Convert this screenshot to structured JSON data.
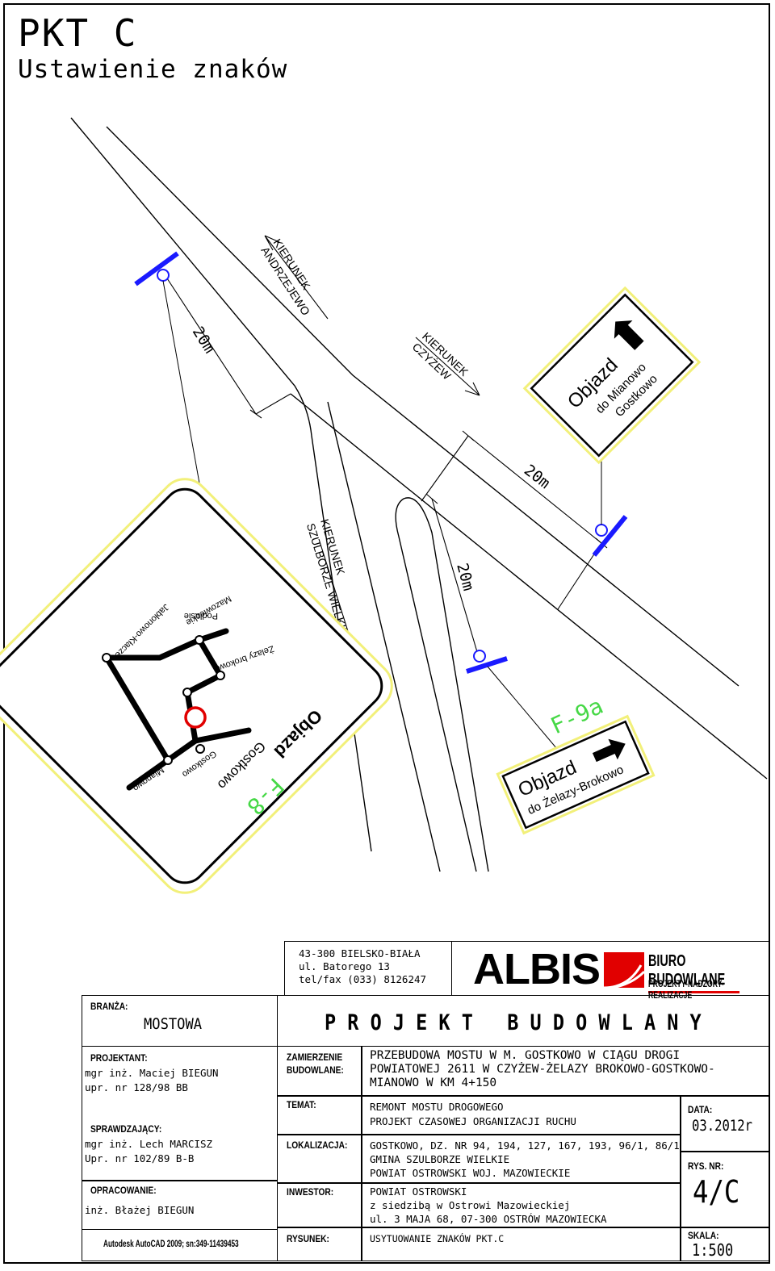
{
  "header": {
    "title": "PKT C",
    "subtitle": "Ustawienie znaków"
  },
  "plan": {
    "dir_andrzejewo": [
      "KIERUNEK",
      "ANDRZEJEWO"
    ],
    "dir_czyzew": [
      "KIERUNEK",
      "CZYŻEW"
    ],
    "dir_szulborze": [
      "KIERUNEK",
      "SZULBORZE WIELKIE"
    ],
    "dim_label": "20m",
    "sign_f8": {
      "code": "F-8",
      "title": "Objazd",
      "title_place": "Gostkowo",
      "places": [
        "Jabłonowo-Kłacze",
        "Podlasie",
        "Mazowieckie",
        "Żelazy brokowo",
        "Gostkowo",
        "Mianowo"
      ]
    },
    "sign_f9a": {
      "code": "F-9a",
      "title": "Objazd",
      "dest": "do Żelazy-Brokowo"
    },
    "sign_mianowo": {
      "title": "Objazd",
      "dest1": "do Mianowo",
      "dest2": "Gostkowo"
    }
  },
  "titleblock": {
    "address": [
      "43-300  BIELSKO-BIAŁA",
      "ul. Batorego  13",
      "tel/fax (033) 8126247"
    ],
    "logo": "ALBIS",
    "firm": "BIURO BUDOWLANE",
    "firm_sub": "PROJEKTY-NADZORY-REALIZACJE",
    "project_type": "P R O J E K T   B U D O W L A N Y",
    "branza_label": "BRANŻA:",
    "branza_value": "MOSTOWA",
    "projektant_label": "PROJEKTANT:",
    "projektant": [
      "mgr inż. Maciej BIEGUN",
      "upr. nr 128/98 BB"
    ],
    "sprawdzajacy_label": "SPRAWDZAJĄCY:",
    "sprawdzajacy": [
      "mgr inż. Lech MARCISZ",
      "Upr. nr 102/89 B-B"
    ],
    "opracowanie_label": "OPRACOWANIE:",
    "opracowanie": "inż. Błażej BIEGUN",
    "software": "Autodesk AutoCAD 2009; sn:349-11439453",
    "zamierzenie_label": [
      "ZAMIERZENIE",
      "BUDOWLANE:"
    ],
    "zamierzenie": [
      "PRZEBUDOWA MOSTU W M. GOSTKOWO W CIĄGU DROGI",
      "POWIATOWEJ 2611 W CZYŻEW-ŻELAZY BROKOWO-GOSTKOWO-",
      "MIANOWO W KM 4+150"
    ],
    "temat_label": "TEMAT:",
    "temat": [
      "REMONT MOSTU DROGOWEGO",
      "PROJEKT CZASOWEJ ORGANIZACJI RUCHU"
    ],
    "lokalizacja_label": "LOKALIZACJA:",
    "lokalizacja": [
      "GOSTKOWO, DZ. NR 94, 194, 127, 167, 193, 96/1, 86/1",
      "GMINA SZULBORZE WIELKIE",
      "POWIAT OSTROWSKI WOJ. MAZOWIECKIE"
    ],
    "inwestor_label": "INWESTOR:",
    "inwestor": [
      "POWIAT OSTROWSKI",
      "z siedzibą w Ostrowi Mazowieckiej",
      "ul. 3 MAJA 68, 07-300 OSTRÓW MAZOWIECKA"
    ],
    "rysunek_label": "RYSUNEK:",
    "rysunek": "USYTUOWANIE ZNAKÓW PKT.C",
    "data_label": "DATA:",
    "data": "03.2012r",
    "rys_label": "RYS. NR:",
    "rys": "4/C",
    "skala_label": "SKALA:",
    "skala": "1:500"
  }
}
